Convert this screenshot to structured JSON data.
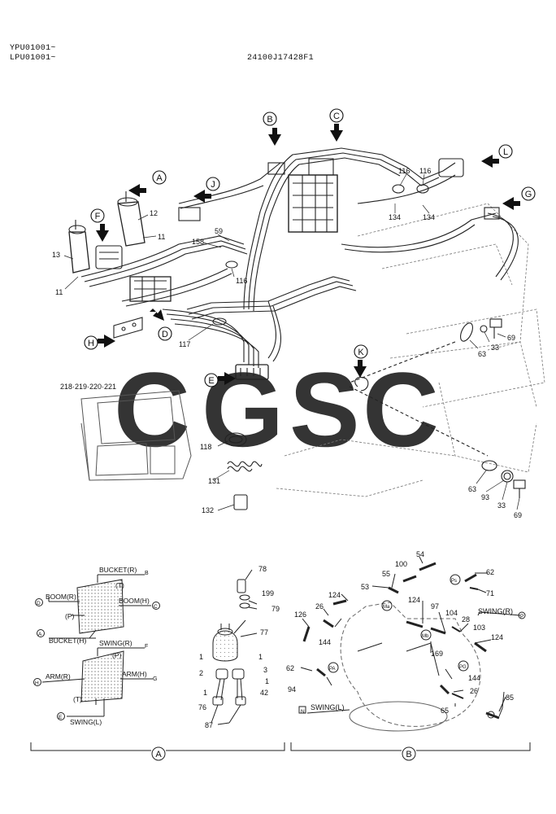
{
  "header": {
    "serial_line1": "YPU01001~",
    "serial_line2": "LPU01001~",
    "part_number": "24100J17428F1"
  },
  "watermark": {
    "text": "CGSC",
    "colors": [
      "#5b9cf5",
      "#f26c6c",
      "#f7d46a",
      "#4fb88a"
    ]
  },
  "callout_letters": [
    "A",
    "B",
    "C",
    "D",
    "E",
    "F",
    "G",
    "H",
    "J",
    "K",
    "L"
  ],
  "part_numbers": {
    "p11a": "11",
    "p11b": "11",
    "p12": "12",
    "p13": "13",
    "p59": "59",
    "p158": "158",
    "p116a": "116",
    "p116b": "116",
    "p116c": "116",
    "p134a": "134",
    "p134b": "134",
    "p117": "117",
    "p63a": "63",
    "p33a": "33",
    "p69a": "69",
    "p63b": "63",
    "p93": "93",
    "p33b": "33",
    "p69b": "69",
    "p118": "118",
    "p131": "131",
    "p132": "132",
    "ref_models": "218·219·220·221",
    "p78": "78",
    "p199": "199",
    "p79": "79",
    "p77": "77",
    "p1a": "1",
    "p1b": "1",
    "p2": "2",
    "p3": "3",
    "p1c": "1",
    "p1d": "1",
    "p76": "76",
    "p42": "42",
    "p87": "87",
    "p54": "54",
    "p100": "100",
    "p55": "55",
    "p53": "53",
    "p62a": "62",
    "p71": "71",
    "p124a": "124",
    "p26a": "26",
    "p126": "126",
    "p124b": "124",
    "p97": "97",
    "p104": "104",
    "p28": "28",
    "p103": "103",
    "p124c": "124",
    "p144a": "144",
    "p169": "169",
    "p62b": "62",
    "p94": "94",
    "p144b": "144",
    "p26b": "26",
    "p65": "65",
    "p85": "85"
  },
  "detail_a": {
    "upper": {
      "bucket_r": "BUCKET(R)",
      "boom_r": "BOOM(R)",
      "boom_h": "BOOM(H)",
      "bucket_h": "BUCKET(H)",
      "t": "(T)",
      "p": "(P)",
      "sym_b": "B",
      "sym_d": "D",
      "sym_c": "C",
      "sym_a": "A"
    },
    "lower": {
      "swing_r": "SWING(R)",
      "arm_r": "ARM(R)",
      "arm_h": "ARM(H)",
      "swing_l": "SWING(L)",
      "p": "(P)",
      "t": "(T)",
      "sym_f": "F",
      "sym_h": "H",
      "sym_g": "G",
      "sym_e": "E"
    }
  },
  "detail_b": {
    "swing_r": "SWING(R)",
    "swing_l": "SWING(L)",
    "port_ps": "Ps",
    "port_ma": "Ma",
    "port_mb": "Mb",
    "port_pa": "PA",
    "port_pg": "PG",
    "sym_p": "P",
    "sym_n": "N"
  },
  "detail_labels": {
    "a": "A",
    "b": "B"
  }
}
